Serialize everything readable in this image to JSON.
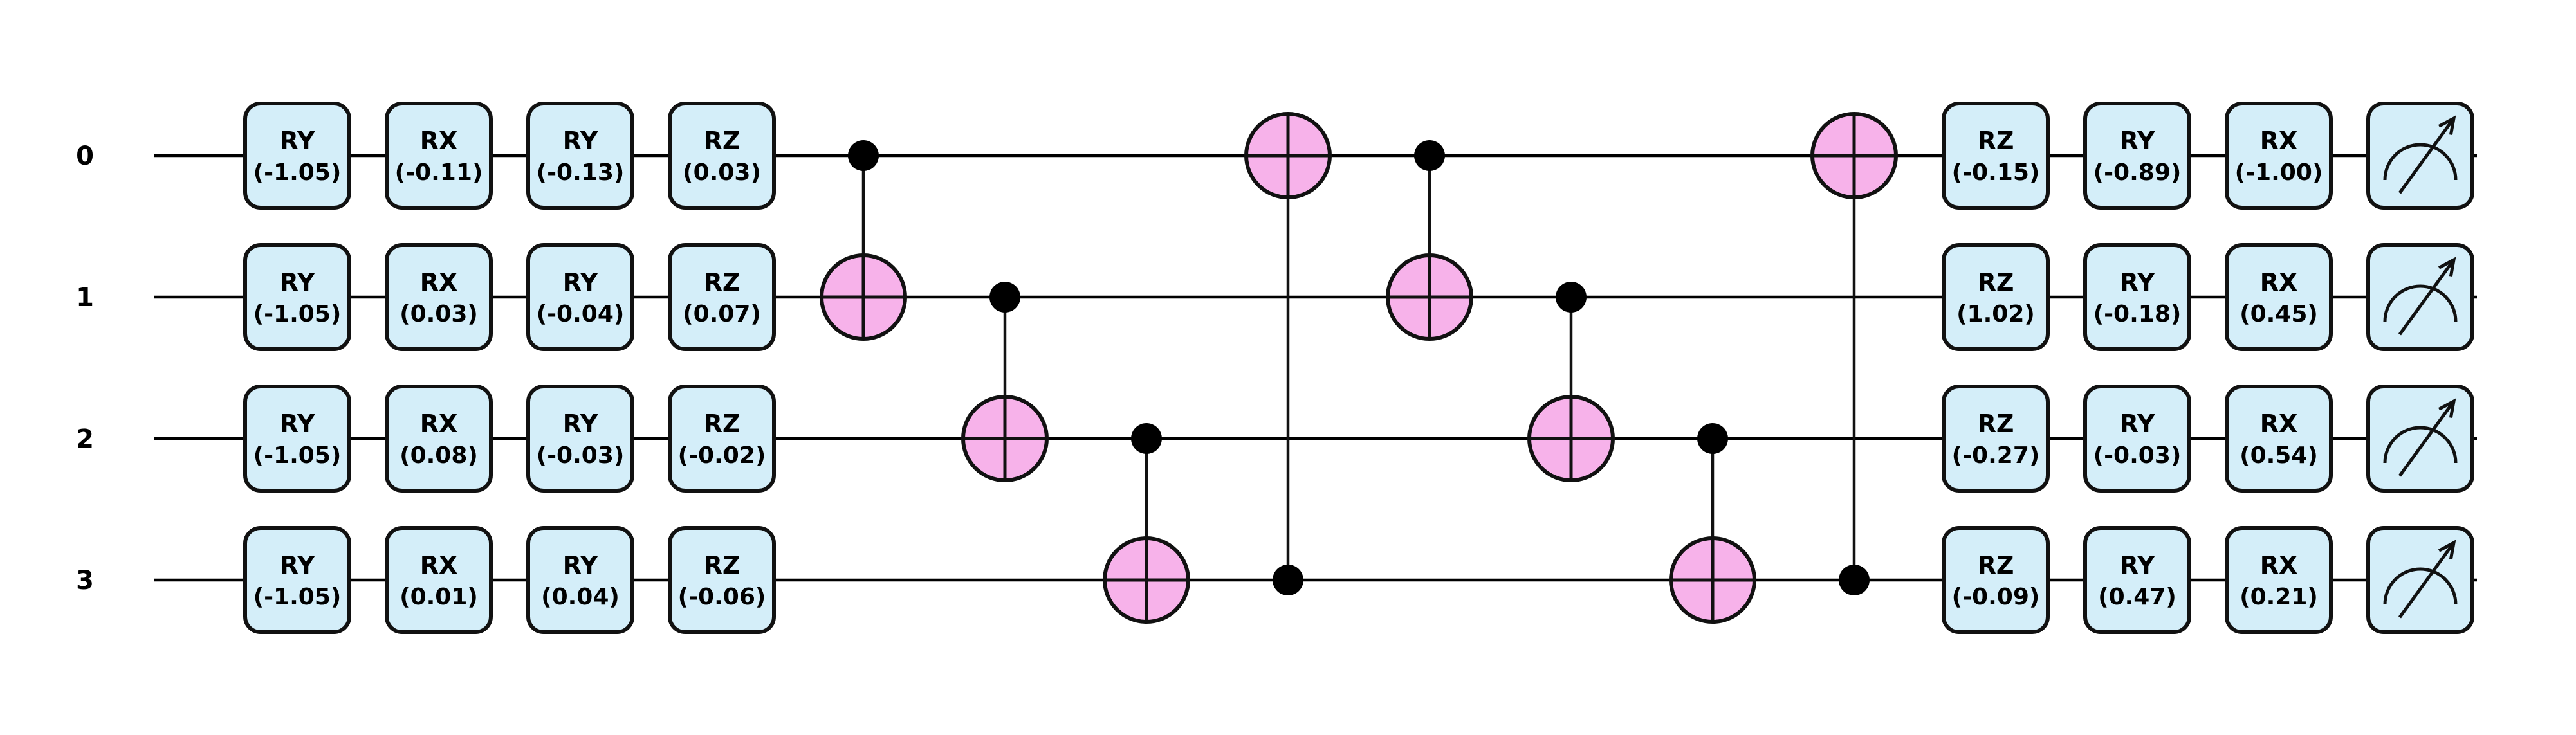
{
  "circuit": {
    "qubits": [
      "0",
      "1",
      "2",
      "3"
    ],
    "rotation_layers_pre": [
      [
        {
          "gate": "RY",
          "param": "(-1.05)"
        },
        {
          "gate": "RY",
          "param": "(-1.05)"
        },
        {
          "gate": "RY",
          "param": "(-1.05)"
        },
        {
          "gate": "RY",
          "param": "(-1.05)"
        }
      ],
      [
        {
          "gate": "RX",
          "param": "(-0.11)"
        },
        {
          "gate": "RX",
          "param": "(0.03)"
        },
        {
          "gate": "RX",
          "param": "(0.08)"
        },
        {
          "gate": "RX",
          "param": "(0.01)"
        }
      ],
      [
        {
          "gate": "RY",
          "param": "(-0.13)"
        },
        {
          "gate": "RY",
          "param": "(-0.04)"
        },
        {
          "gate": "RY",
          "param": "(-0.03)"
        },
        {
          "gate": "RY",
          "param": "(0.04)"
        }
      ],
      [
        {
          "gate": "RZ",
          "param": "(0.03)"
        },
        {
          "gate": "RZ",
          "param": "(0.07)"
        },
        {
          "gate": "RZ",
          "param": "(-0.02)"
        },
        {
          "gate": "RZ",
          "param": "(-0.06)"
        }
      ]
    ],
    "cnots": [
      {
        "control": 0,
        "target": 1
      },
      {
        "control": 1,
        "target": 2
      },
      {
        "control": 2,
        "target": 3
      },
      {
        "control": 3,
        "target": 0
      },
      {
        "control": 0,
        "target": 1
      },
      {
        "control": 1,
        "target": 2
      },
      {
        "control": 2,
        "target": 3
      },
      {
        "control": 3,
        "target": 0
      }
    ],
    "rotation_layers_post": [
      [
        {
          "gate": "RZ",
          "param": "(-0.15)"
        },
        {
          "gate": "RZ",
          "param": "(1.02)"
        },
        {
          "gate": "RZ",
          "param": "(-0.27)"
        },
        {
          "gate": "RZ",
          "param": "(-0.09)"
        }
      ],
      [
        {
          "gate": "RY",
          "param": "(-0.89)"
        },
        {
          "gate": "RY",
          "param": "(-0.18)"
        },
        {
          "gate": "RY",
          "param": "(-0.03)"
        },
        {
          "gate": "RY",
          "param": "(0.47)"
        }
      ],
      [
        {
          "gate": "RX",
          "param": "(-1.00)"
        },
        {
          "gate": "RX",
          "param": "(0.45)"
        },
        {
          "gate": "RX",
          "param": "(0.54)"
        },
        {
          "gate": "RX",
          "param": "(0.21)"
        }
      ]
    ],
    "measurements": [
      "measure",
      "measure",
      "measure",
      "measure"
    ],
    "colors": {
      "gate_fill": "#d4eef9",
      "target_fill": "#f7b2ea",
      "stroke": "#111111"
    },
    "icons": {
      "measure": "meter-icon",
      "target": "cnot-target-icon",
      "control": "control-dot-icon"
    }
  }
}
